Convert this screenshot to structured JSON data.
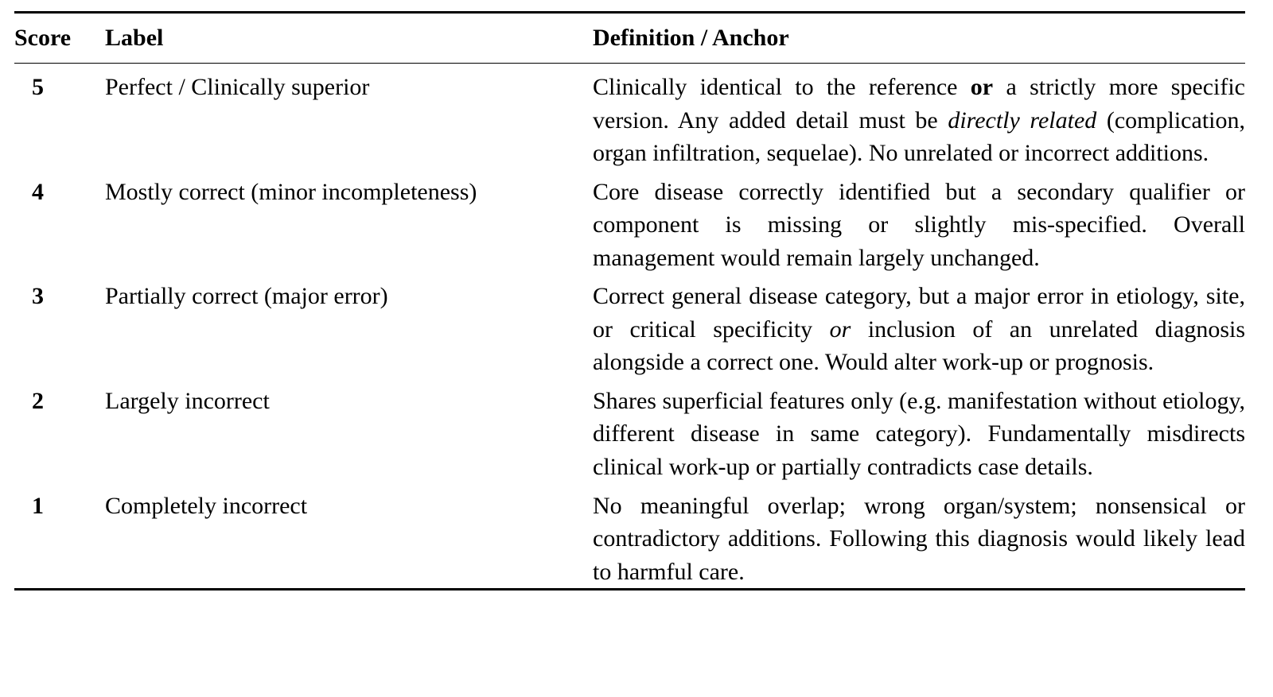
{
  "table": {
    "caption_present": false,
    "columns": [
      {
        "key": "score",
        "header": "Score"
      },
      {
        "key": "label",
        "header": "Label"
      },
      {
        "key": "definition",
        "header": "Definition / Anchor"
      }
    ],
    "rows": [
      {
        "score": "5",
        "label": "Perfect / Clinically superior",
        "definition_parts": [
          {
            "text": "Clinically identical to the reference ",
            "style": "normal"
          },
          {
            "text": "or",
            "style": "bold"
          },
          {
            "text": " a strictly more specific version. Any added detail must be ",
            "style": "normal"
          },
          {
            "text": "directly related",
            "style": "italic"
          },
          {
            "text": " (complication, organ infiltration, sequelae). No unrelated or incorrect additions.",
            "style": "normal"
          }
        ],
        "definition_plain": "Clinically identical to the reference or a strictly more specific version. Any added detail must be directly related (complication, organ infiltration, sequelae). No unrelated or incorrect additions."
      },
      {
        "score": "4",
        "label": "Mostly correct (minor incompleteness)",
        "definition_parts": [
          {
            "text": "Core disease correctly identified but a secondary qualifier or component is missing or slightly mis-specified. Overall management would remain largely unchanged.",
            "style": "normal"
          }
        ],
        "definition_plain": "Core disease correctly identified but a secondary qualifier or component is missing or slightly mis-specified. Overall management would remain largely unchanged."
      },
      {
        "score": "3",
        "label": "Partially correct (major error)",
        "definition_parts": [
          {
            "text": "Correct general disease category, but a major error in etiology, site, or critical specificity ",
            "style": "normal"
          },
          {
            "text": "or",
            "style": "italic"
          },
          {
            "text": " inclusion of an unrelated diagnosis alongside a correct one. Would alter work-up or prognosis.",
            "style": "normal"
          }
        ],
        "definition_plain": "Correct general disease category, but a major error in etiology, site, or critical specificity or inclusion of an unrelated diagnosis alongside a correct one. Would alter work-up or prognosis."
      },
      {
        "score": "2",
        "label": "Largely incorrect",
        "definition_parts": [
          {
            "text": "Shares superficial features only (e.g. manifestation without etiology, different disease in same category). Fundamentally misdirects clinical work-up or partially contradicts case details.",
            "style": "normal"
          }
        ],
        "definition_plain": "Shares superficial features only (e.g. manifestation without etiology, different disease in same category). Fundamentally misdirects clinical work-up or partially contradicts case details."
      },
      {
        "score": "1",
        "label": "Completely incorrect",
        "definition_parts": [
          {
            "text": "No meaningful overlap; wrong organ/system; nonsensical or contradictory additions. Following this diagnosis would likely lead to harmful care.",
            "style": "normal"
          }
        ],
        "definition_plain": "No meaningful overlap; wrong organ/system; nonsensical or contradictory additions. Following this diagnosis would likely lead to harmful care."
      }
    ]
  },
  "colors": {
    "text": "#000000",
    "background": "#ffffff",
    "rule": "#000000"
  }
}
